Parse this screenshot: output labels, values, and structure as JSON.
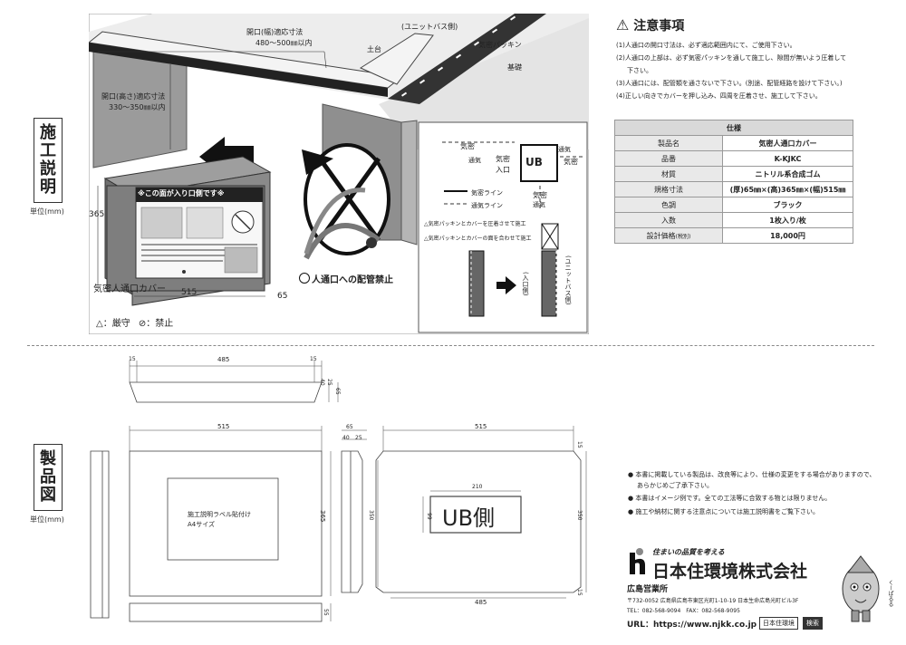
{
  "side_labels": {
    "instructions": "施工説明",
    "product_drawing": "製品図",
    "unit_top": "単位(mm)",
    "unit_bottom": "単位(mm)"
  },
  "illustration": {
    "unit_bath_side": "(ユニットバス側)",
    "width_opening": "開口(幅)適応寸法",
    "width_range": "480〜500㎜以内",
    "height_opening": "開口(高さ)適応寸法",
    "height_range": "330〜350㎜以内",
    "sill": "土台",
    "airtight_packing": "気密パッキン",
    "foundation": "基礎",
    "cover_label": "気密人通口カバー",
    "sticker_text": "※この面が入り口側です※",
    "dim_365": "365",
    "dim_515": "515",
    "dim_65": "65",
    "no_piping": "人通口への配管禁止",
    "legend": "△：厳守 ⊘：禁止",
    "legend_keep": "厳守",
    "legend_prohibit": "禁止"
  },
  "diagram": {
    "ventilation": "通気",
    "airtight": "気密",
    "entrance": "入口",
    "ub": "UB",
    "airtight_line": "気密ライン",
    "ventilation_line": "通気ライン",
    "note1": "気密パッキンとカバーを圧着させて施工",
    "note2": "気密パッキンとカバーの面を合わせて施工",
    "entrance_side": "(入口側)",
    "ub_side": "(ユニットバス側)"
  },
  "cautions": {
    "title": "注意事項",
    "items": [
      "(1)人通口の開口寸法は、必ず適応範囲内にて、ご使用下さい。",
      "(2)人通口の上部は、必ず気密パッキンを通して施工し、隙間が無いよう圧着して",
      "下さい。",
      "(3)人通口には、配管類を通さないで下さい。(別途、配管経路を設けて下さい。)",
      "(4)正しい向きでカバーを押し込み、四周を圧着させ、施工して下さい。"
    ]
  },
  "spec": {
    "title": "仕様",
    "rows": [
      {
        "k": "製品名",
        "v": "気密人通口カバー"
      },
      {
        "k": "品番",
        "v": "K-KJKC"
      },
      {
        "k": "材質",
        "v": "ニトリル系合成ゴム"
      },
      {
        "k": "規格寸法",
        "v": "(厚)65㎜×(高)365㎜×(幅)515㎜"
      },
      {
        "k": "色調",
        "v": "ブラック"
      },
      {
        "k": "入数",
        "v": "1枚入り/枚"
      },
      {
        "k": "設計価格",
        "k_sub": "(税別)",
        "v": "18,000円"
      }
    ]
  },
  "drawing": {
    "top_dims": [
      "15",
      "485",
      "15"
    ],
    "top_side_dims": [
      "40",
      "25",
      "65"
    ],
    "front_width": "515",
    "front_height": "365",
    "side_dims": [
      "65",
      "40",
      "25"
    ],
    "label_area": "施工説明ラベル貼付け",
    "label_size": "A4サイズ",
    "back_width": "515",
    "back_height": "350",
    "back_inner_height": "350",
    "back_corner": "15",
    "ub_box_width": "210",
    "ub_box_height": "99",
    "ub_text": "UB側",
    "bottom_width": "485",
    "bottom_height": "55",
    "bottom_right": "15",
    "front_left_height": "350"
  },
  "notices": [
    "本書に掲載している製品は、改良等により、仕様の変更をする場合がありますので、",
    "あらかじめご了承下さい。",
    "本書はイメージ例です。全ての工法等に合致する物とは限りません。",
    "施工や納材に関する注意点については施工説明書をご覧下さい。"
  ],
  "company": {
    "slogan": "住まいの品質を考える",
    "name": "日本住環境株式会社",
    "branch": "広島営業所",
    "address": "〒732-0052 広島県広島市東区光町1-10-19 日本生命広島光町ビル3F",
    "tel": "TEL：082-568-9094　FAX：082-568-9095",
    "url": "URL：https://www.njkk.co.jp",
    "search_box": "日本住環境",
    "search_btn": "検索",
    "mascot": "くーぱるる"
  }
}
